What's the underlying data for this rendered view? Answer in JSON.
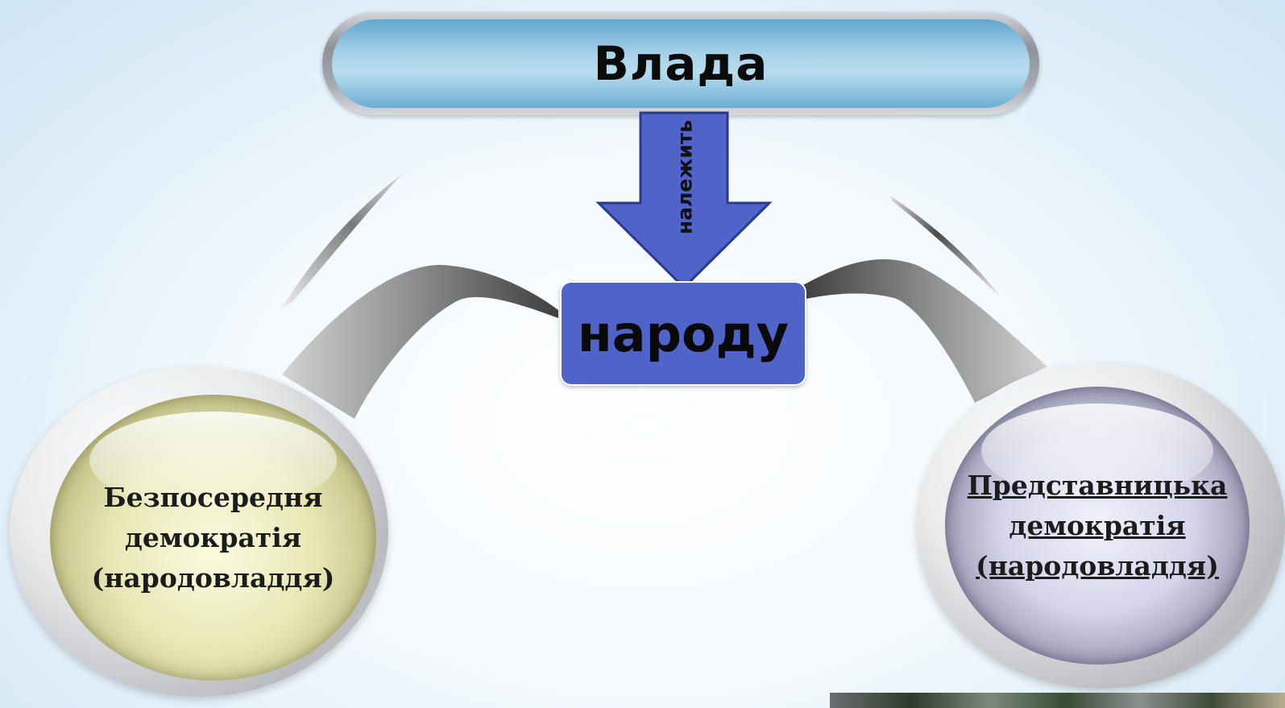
{
  "diagram": {
    "title": "Влада",
    "arrow_label": "належить",
    "center": "народу",
    "left_node": {
      "lines": [
        "Безпосередня",
        "демократія",
        "(народовладдя)"
      ],
      "color": "#e8e7b4"
    },
    "right_node": {
      "lines": [
        "Представницька",
        "демократія",
        "(народовладдя)"
      ],
      "color": "#d6d4ea"
    },
    "colors": {
      "title_pill": "#a9d2e9",
      "center_box": "#4f63c9",
      "arrow": "#4f63c9"
    }
  }
}
